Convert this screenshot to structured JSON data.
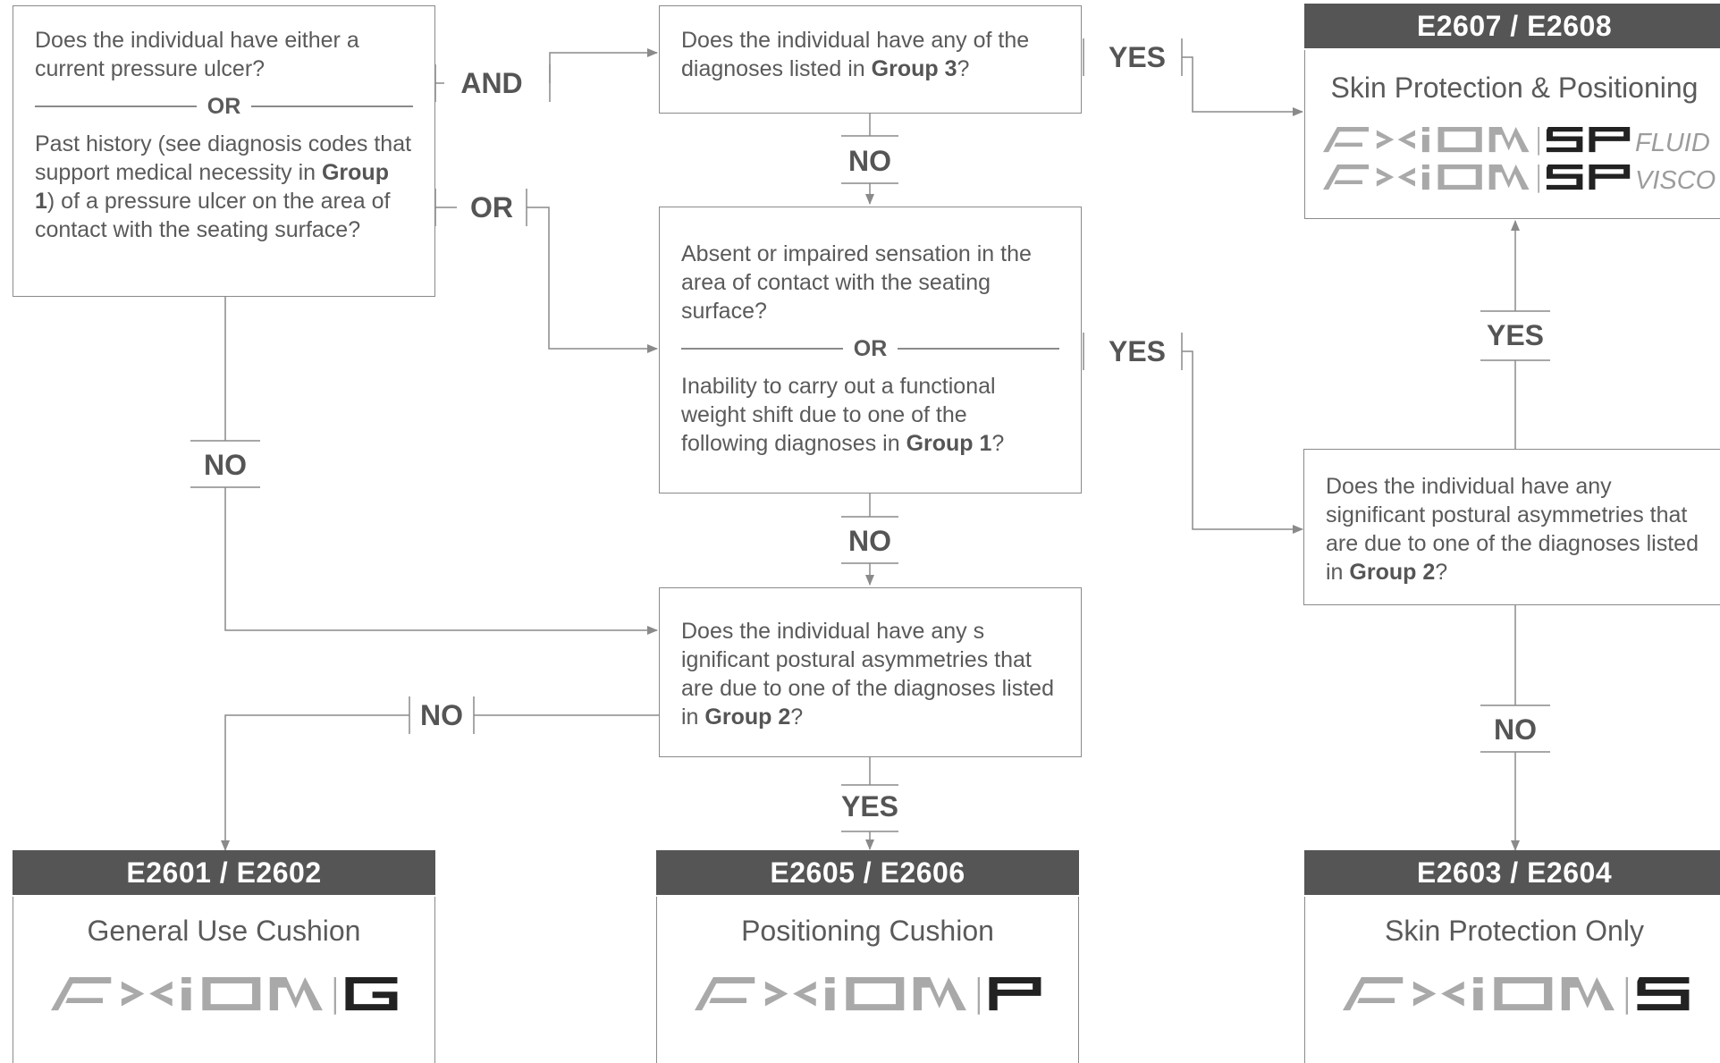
{
  "q1": {
    "part1": "Does the individual have either a current pressure ulcer?",
    "divider": "OR",
    "part2_pre": "Past history (see diagnosis codes that support medical necessity in ",
    "part2_bold": "Group 1",
    "part2_post": ") of a pressure ulcer on the area of contact with the seating surface?"
  },
  "q2": {
    "pre": "Does the individual have any of the diagnoses listed in ",
    "bold": "Group 3",
    "post": "?"
  },
  "q3": {
    "part1": "Absent or impaired sensation in the area of contact with the seating surface?",
    "divider": "OR",
    "part2_pre": "Inability to carry out a functional weight shift due to one of the following diagnoses in ",
    "part2_bold": "Group 1",
    "part2_post": "?"
  },
  "q4": {
    "pre": "Does the individual have any s ignificant postural asymmetries that are due to one of the diagnoses listed in ",
    "bold": "Group 2",
    "post": "?"
  },
  "q5": {
    "pre": "Does the individual have any significant postural asymmetries that are due to one of the diagnoses listed in ",
    "bold": "Group 2",
    "post": "?"
  },
  "connectors": {
    "and": "AND",
    "or": "OR",
    "yes_group3": "YES",
    "no_group3": "NO",
    "yes_sensation": "YES",
    "no_left": "NO",
    "no_sensation": "NO",
    "no_center": "NO",
    "yes_center": "YES",
    "yes_right": "YES",
    "no_right": "NO"
  },
  "outcomes": {
    "skin_positioning": {
      "code": "E2607 / E2608",
      "title": "Skin Protection & Positioning",
      "logo_text": "AXIOM SP",
      "variants": [
        "FLUID",
        "VISCO"
      ]
    },
    "general_use": {
      "code": "E2601 / E2602",
      "title": "General Use Cushion",
      "logo_text": "AXIOM G"
    },
    "positioning": {
      "code": "E2605 / E2606",
      "title": "Positioning Cushion",
      "logo_text": "AXIOM P"
    },
    "skin_only": {
      "code": "E2603 / E2604",
      "title": "Skin Protection Only",
      "logo_text": "AXIOM S"
    }
  },
  "colors": {
    "header": "#555555",
    "line": "#8a8a8a",
    "text": "#5a5a5a",
    "logo_gray": "#a9a9a9",
    "logo_dark": "#222222"
  }
}
